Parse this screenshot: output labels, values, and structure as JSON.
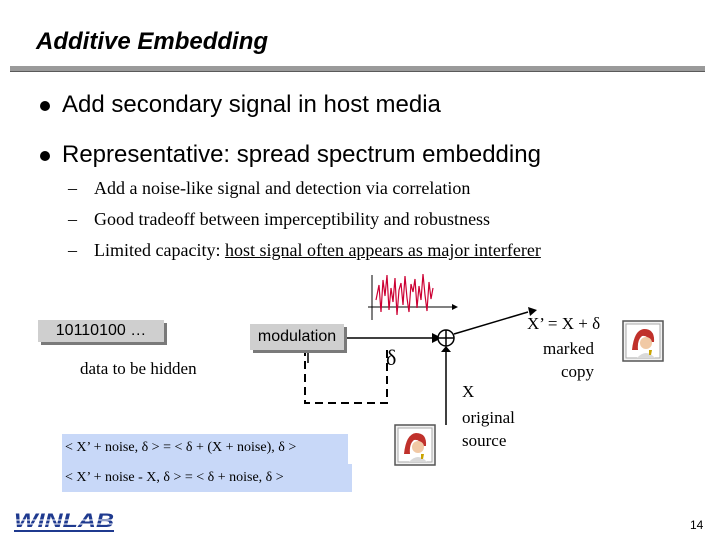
{
  "slide": {
    "title": "Additive Embedding",
    "bullets": [
      {
        "text": "Add secondary signal in host media"
      },
      {
        "text": "Representative: spread spectrum embedding"
      }
    ],
    "subbullets": [
      {
        "text": "Add a noise-like signal and detection via correlation"
      },
      {
        "text": "Good tradeoff between imperceptibility and robustness"
      },
      {
        "text_plain": "Limited capacity: ",
        "text_underlined": "host signal often appears as major interferer"
      }
    ],
    "page_number": "14",
    "logo_text": "WINLAB"
  },
  "diagram": {
    "bits_label": "10110100 …",
    "data_label": "data to be hidden",
    "modulation_label": "modulation",
    "delta_label": "δ",
    "marked_formula": "X’ = X + δ",
    "marked_label": "marked copy",
    "original_symbol": "X",
    "original_label": "original source",
    "formula_1": "< X’ + noise, δ > = < δ + (X + noise), δ >",
    "formula_2": "< X’ + noise - X, δ > = < δ + noise, δ >",
    "colors": {
      "noise_signal": "#cc0033",
      "formula_bg": "#c8d8f8",
      "box_bg": "#cfcfcf",
      "logo_blue": "#1f3a8f"
    },
    "icons": [
      "portrait-icon-marked",
      "portrait-icon-original"
    ]
  }
}
